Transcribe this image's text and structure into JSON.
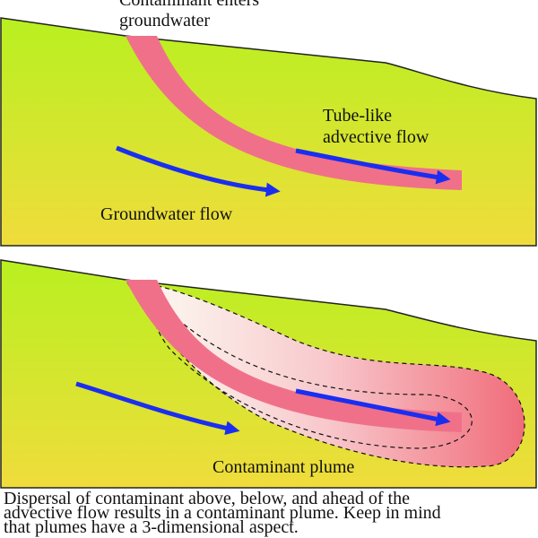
{
  "top_panel": {
    "label_enter_line1": "Contaminant enters",
    "label_enter_line2": "groundwater",
    "label_tube_line1": "Tube-like",
    "label_tube_line2": "advective flow",
    "label_gw_flow": "Groundwater flow"
  },
  "bottom_panel": {
    "label_plume": "Contaminant plume"
  },
  "caption": {
    "line1": "Dispersal of contaminant above, below, and ahead of the",
    "line2": "advective flow results in a contaminant plume. Keep in mind",
    "line3": "that plumes have a 3-dimensional aspect."
  },
  "colors": {
    "ground_top": "#b8f020",
    "ground_bottom": "#f0dc3c",
    "contaminant_tube": "#f0708a",
    "flow_arrow": "#1a2ef0",
    "plume_edge": "#f06a78"
  }
}
